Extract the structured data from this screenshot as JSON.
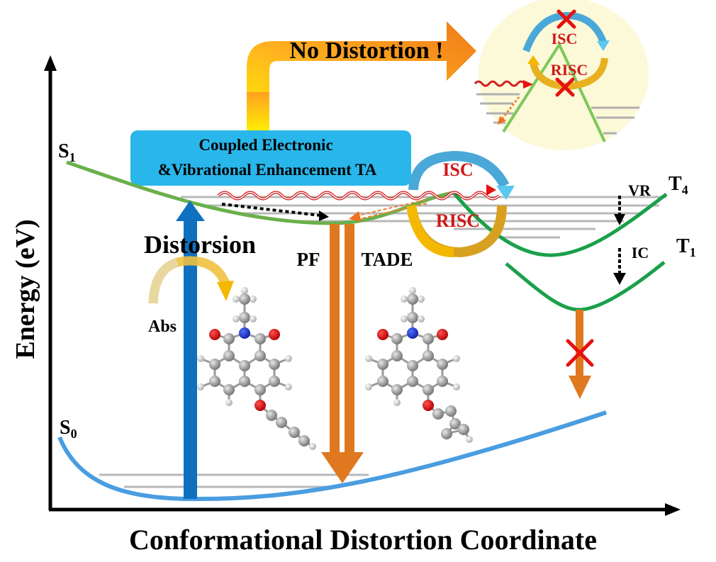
{
  "axes": {
    "y_label": "Energy (eV)",
    "x_label": "Conformational Distortion Coordinate"
  },
  "states": {
    "s1": {
      "main": "S",
      "sub": "1"
    },
    "s0": {
      "main": "S",
      "sub": "0"
    },
    "t4": {
      "main": "T",
      "sub": "4"
    },
    "t1": {
      "main": "T",
      "sub": "1"
    }
  },
  "banner": {
    "line1": "Coupled Electronic",
    "line2": "&Vibrational Enhancement TA"
  },
  "no_distortion_arrow": {
    "label": "No Distortion !"
  },
  "processes": {
    "distortion": "Distorsion",
    "abs": "Abs",
    "pf": "PF",
    "tade": "TADE",
    "isc": "ISC",
    "risc": "RISC",
    "vr": "VR",
    "ic": "IC"
  },
  "inset": {
    "isc": "ISC",
    "risc": "RISC",
    "isc_blocked": true,
    "risc_blocked": true
  },
  "colors": {
    "singlet_curve": "#6ab04c",
    "triplet_curve": "#1aa04a",
    "ground_curve": "#4a9de0",
    "absorption_arrow": "#1070c0",
    "emission_arrow": "#e07820",
    "banner": "#29b6ea",
    "blocked_mark": "#e81010",
    "wavy_line": "#d42020",
    "inset_bg": "#fbf9d8"
  }
}
